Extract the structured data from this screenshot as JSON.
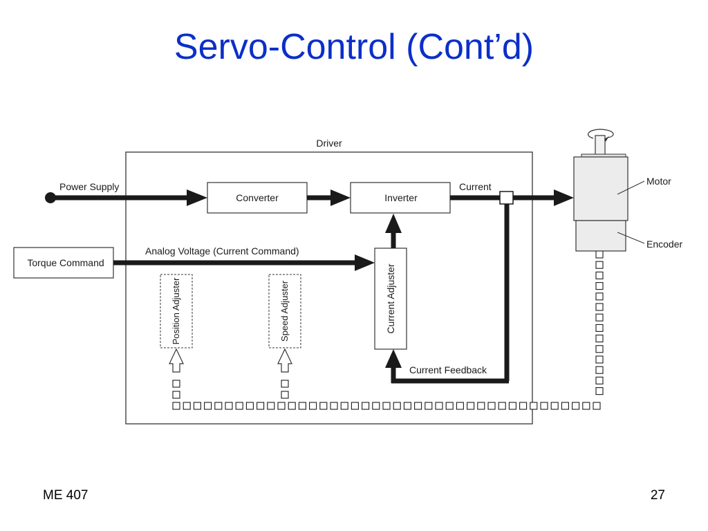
{
  "slide": {
    "title": "Servo-Control (Cont’d)",
    "footer_left": "ME 407",
    "page_number": "27"
  },
  "diagram": {
    "driver_label": "Driver",
    "power_supply_label": "Power Supply",
    "converter_label": "Converter",
    "inverter_label": "Inverter",
    "current_label": "Current",
    "motor_label": "Motor",
    "encoder_label": "Encoder",
    "torque_command_label": "Torque Command",
    "analog_voltage_label": "Analog Voltage (Current Command)",
    "current_adjuster_label": "Current Adjuster",
    "position_adjuster_label": "Position Adjuster",
    "speed_adjuster_label": "Speed Adjuster",
    "current_feedback_label": "Current Feedback",
    "line_color": "#1a1a1a",
    "motor_fill": "#ececec"
  }
}
